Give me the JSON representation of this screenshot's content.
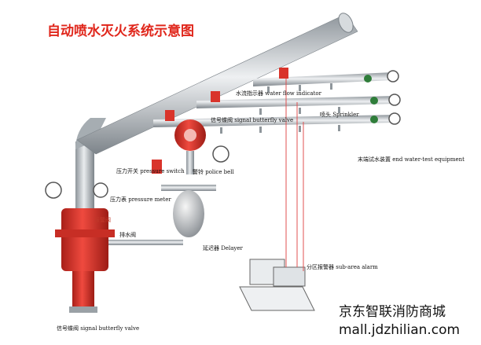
{
  "title": "自动喷水灭火系统示意图",
  "labels": {
    "water_flow_indicator": "水流指示器 water flow indicator",
    "sprinkler": "喷头 Sprinkler",
    "signal_butterfly_valve": "信号蝶阀 signal butterfly valve",
    "end_test": "末端试水装置 end water-test equipment",
    "police_bell": "警铃 police bell",
    "pressure_switch": "压力开关 pressure switch",
    "pressure_meter": "压力表 pressure meter",
    "delayer": "延迟器 Delayer",
    "sub_area_alarm": "分区报警器 sub-area alarm",
    "manual_valve": "信号蝶阀 signal butterfly valve",
    "alarm_valve": "报警阀",
    "drain_valve": "排水阀"
  },
  "watermark": {
    "line1": "京东智联消防商城",
    "line2": "mall.jdzhilian.com"
  },
  "colors": {
    "pipe": "#b9bec3",
    "valve_red": "#d9342b",
    "wire": "#e05050"
  }
}
